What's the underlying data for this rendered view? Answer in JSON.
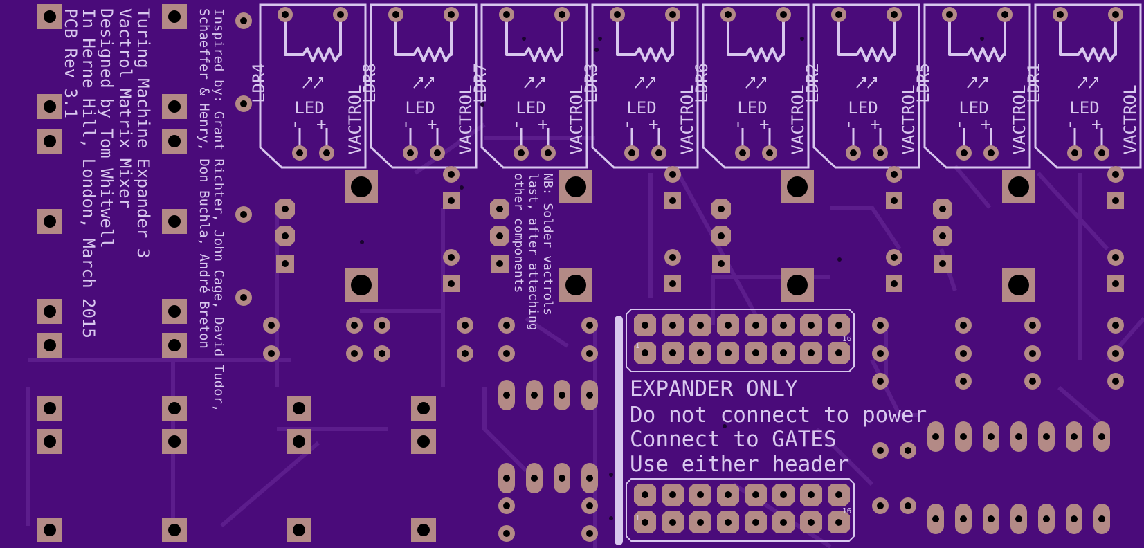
{
  "colors": {
    "board": "#4a0b7a",
    "trace": "#5c1d8c",
    "silk": "#d8c7ee",
    "pad": "#b38a86",
    "hole": "#000000"
  },
  "credits": {
    "title_lines": [
      "Turing Machine Expander 3",
      "Vactrol Matrix Mixer",
      "Designed by Tom Whitwell",
      "In Herne Hill, London, March 2015",
      "PCB Rev 3.1"
    ],
    "inspired_lines": [
      "Inspired by: Grant Richter, John Cage, David Tudor,",
      "Schaeffer & Henry, Don Buchla, André Breton"
    ]
  },
  "vactrols": [
    {
      "ldr": "LDR4",
      "led": "LED",
      "minus": "-",
      "plus": "+",
      "name": "VACTROL"
    },
    {
      "ldr": "LDR8",
      "led": "LED",
      "minus": "-",
      "plus": "+",
      "name": "VACTROL"
    },
    {
      "ldr": "LDR7",
      "led": "LED",
      "minus": "-",
      "plus": "+",
      "name": "VACTROL"
    },
    {
      "ldr": "LDR3",
      "led": "LED",
      "minus": "-",
      "plus": "+",
      "name": "VACTROL"
    },
    {
      "ldr": "LDR6",
      "led": "LED",
      "minus": "-",
      "plus": "+",
      "name": "VACTROL"
    },
    {
      "ldr": "LDR2",
      "led": "LED",
      "minus": "-",
      "plus": "+",
      "name": "VACTROL"
    },
    {
      "ldr": "LDR5",
      "led": "LED",
      "minus": "-",
      "plus": "+",
      "name": "VACTROL"
    },
    {
      "ldr": "LDR1",
      "led": "LED",
      "minus": "-",
      "plus": "+",
      "name": "VACTROL"
    }
  ],
  "solder_note": {
    "lines": [
      "NB: Solder vactrols",
      "last, after attaching",
      "other components"
    ]
  },
  "expander_note": {
    "lines": [
      "EXPANDER ONLY",
      "Do not connect to power",
      "Connect to GATES",
      "Use either header"
    ]
  },
  "headers": [
    {
      "pin_first": "1",
      "pin_last": "16"
    },
    {
      "pin_first": "1",
      "pin_last": "16"
    }
  ]
}
